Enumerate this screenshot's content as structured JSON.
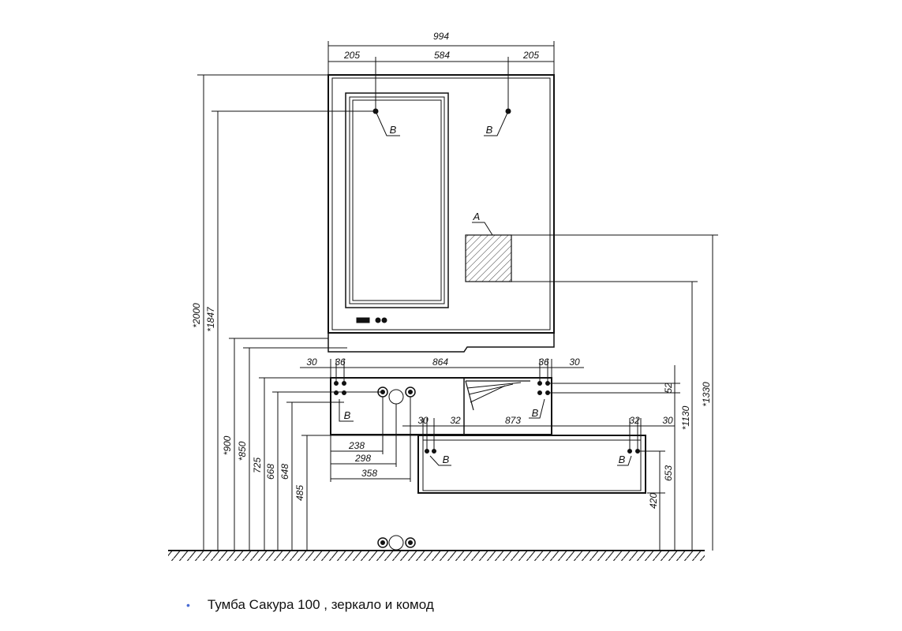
{
  "dimensions": {
    "top_width": "994",
    "top_left": "205",
    "top_mid": "584",
    "top_right": "205",
    "h_2000": "*2000",
    "h_1847": "*1847",
    "h_1330": "*1330",
    "h_1130": "*1130",
    "h_900": "*900",
    "h_850": "*850",
    "h_725": "725",
    "h_668": "668",
    "h_648": "648",
    "h_485": "485",
    "h_653": "653",
    "h_420": "420",
    "h_52": "52",
    "w_30_left": "30",
    "w_36_left": "36",
    "w_864": "864",
    "w_36_right": "36",
    "w_30_right": "30",
    "w_30_low_left": "30",
    "w_32_low_left": "32",
    "w_873": "873",
    "w_32_low_right": "32",
    "w_30_low_right": "30",
    "w_238": "238",
    "w_298": "298",
    "w_358": "358"
  },
  "labels": {
    "b1": "B",
    "b2": "B",
    "b3": "B",
    "b4": "B",
    "b5": "B",
    "b6": "B",
    "a": "A"
  },
  "caption": {
    "bullet": "•",
    "text": "Тумба Сакура 100 , зеркало и комод"
  }
}
